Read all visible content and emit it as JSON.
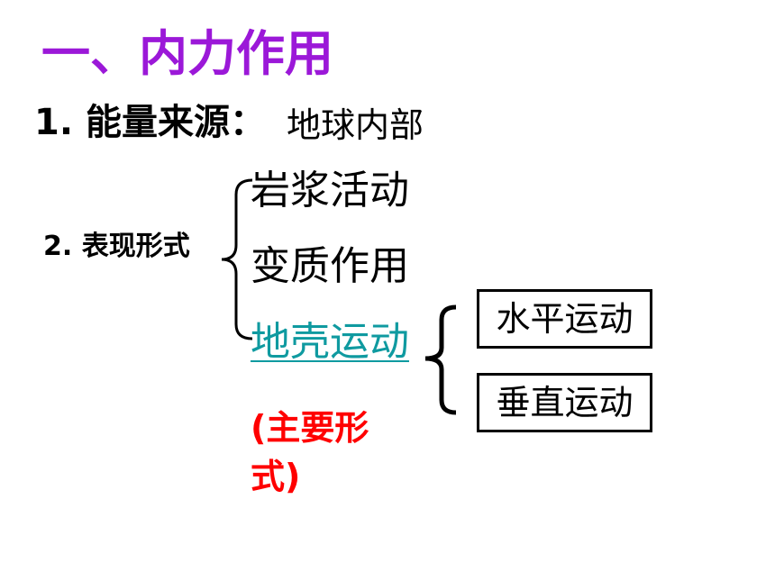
{
  "title": "一、内力作用",
  "energy": {
    "label": "1. 能量来源：",
    "value": "地球内部"
  },
  "forms": {
    "label": "2. 表现形式",
    "items": [
      "岩浆活动",
      "变质作用",
      "地壳运动"
    ],
    "main_note": "(主要形式)",
    "crust_movement_types": [
      "水平运动",
      "垂直运动"
    ]
  },
  "colors": {
    "title": "#9B18D8",
    "link": "#0F9AA0",
    "note": "#FF0000"
  }
}
